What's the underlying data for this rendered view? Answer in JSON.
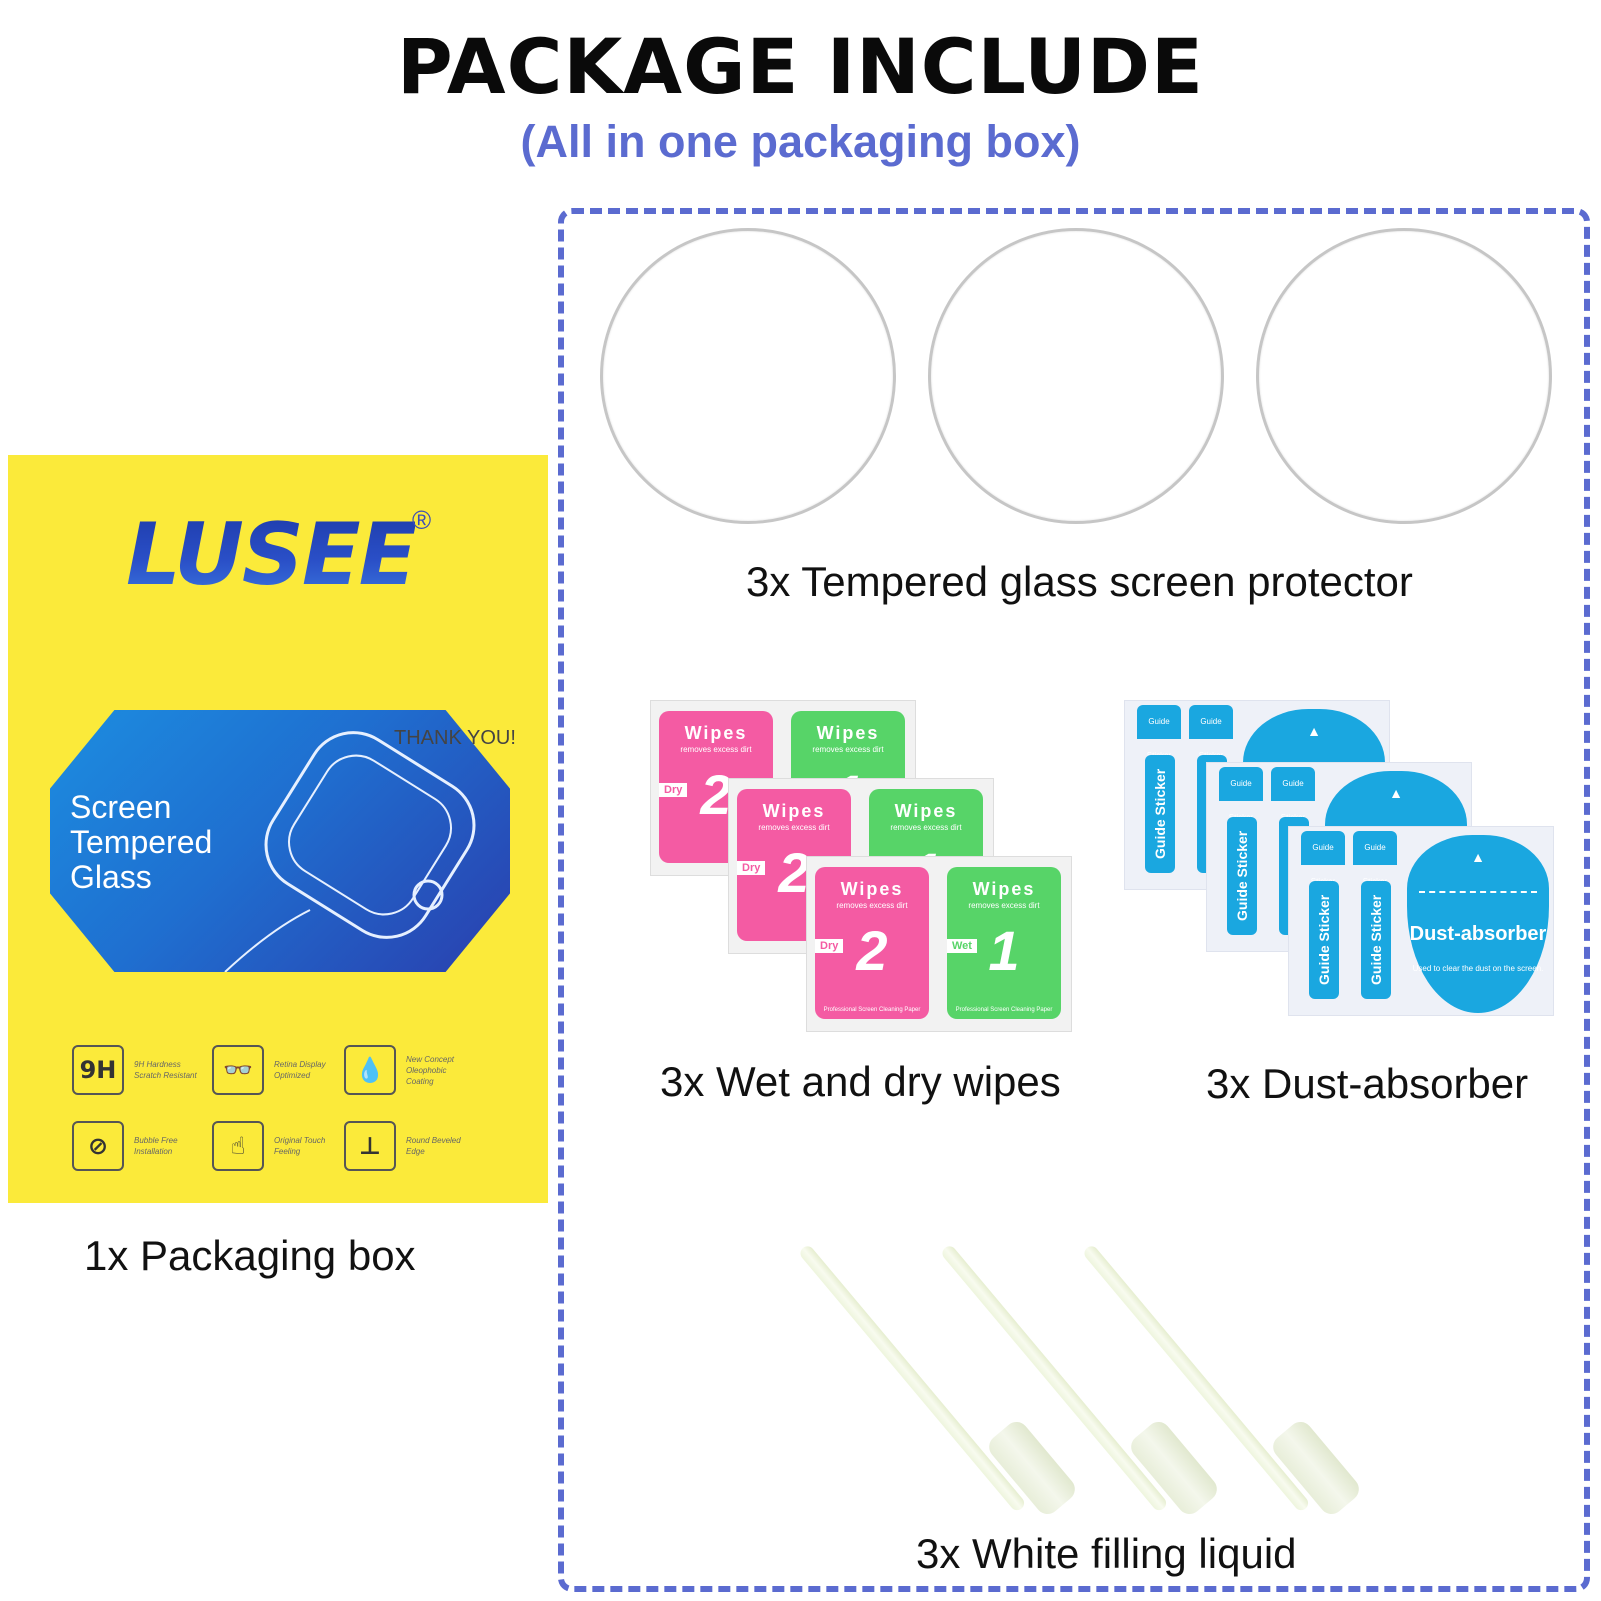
{
  "header": {
    "title": "PACKAGE INCLUDE",
    "subtitle": "(All in one packaging box)"
  },
  "packaging_box": {
    "brand": "LUSEE",
    "registered_mark": "®",
    "product_text": [
      "Screen",
      "Tempered",
      "Glass"
    ],
    "thanks_text": "THANK YOU!",
    "features": [
      {
        "icon": "9H",
        "text": "9H Hardness Scratch Resistant"
      },
      {
        "icon": "eye-glasses-icon",
        "text": "Retina Display Optimized"
      },
      {
        "icon": "drop-icon",
        "text": "New Concept Oleophobic Coating"
      },
      {
        "icon": "no-bubble-icon",
        "text": "Bubble Free Installation"
      },
      {
        "icon": "touch-icon",
        "text": "Original Touch Feeling"
      },
      {
        "icon": "edge-icon",
        "text": "Round Beveled Edge"
      }
    ],
    "caption": "1x Packaging box"
  },
  "items": {
    "glass_caption": "3x Tempered glass screen protector",
    "wipes_caption": "3x Wet and dry wipes",
    "dust_caption": "3x Dust-absorber",
    "liquid_caption": "3x White filling liquid"
  },
  "wipes": {
    "label": "Wipes",
    "sub": "removes excess dirt",
    "dry_tag": "Dry",
    "wet_tag": "Wet",
    "dry_num": "2",
    "wet_num": "1",
    "footer": "Professional Screen Cleaning Paper"
  },
  "dust": {
    "guide_top": "Guide Sticker",
    "guide_strip": "Guide Sticker",
    "absorber_label": "Dust-absorber",
    "absorber_note": "Used to clear the dust on the screen."
  },
  "colors": {
    "accent": "#5b6bd0",
    "box_yellow": "#fbea3a",
    "wipe_pink": "#f45ba3",
    "wipe_green": "#57d468",
    "sticker_blue": "#1aa7e0"
  }
}
